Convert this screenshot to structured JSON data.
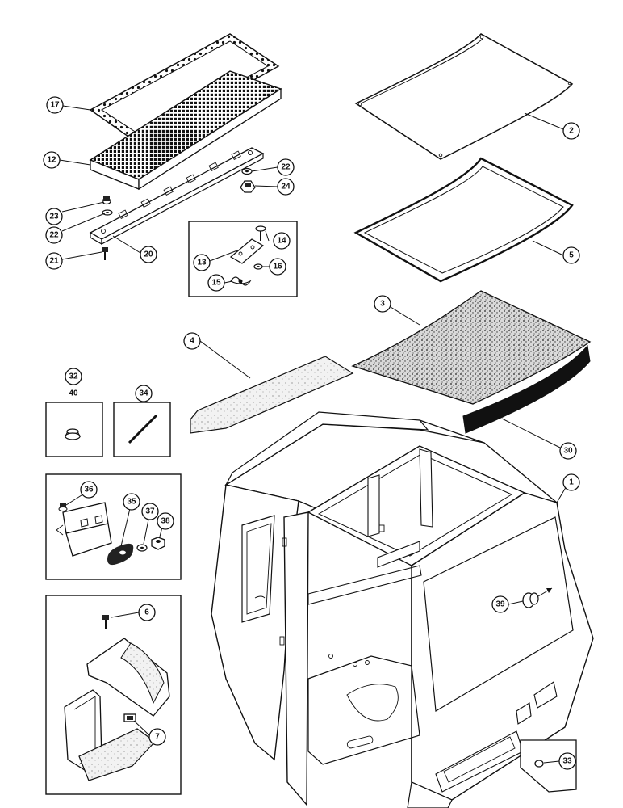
{
  "diagram": {
    "callouts": {
      "p1": "1",
      "p2": "2",
      "p3": "3",
      "p4": "4",
      "p5": "5",
      "p6": "6",
      "p7": "7",
      "p12": "12",
      "p13": "13",
      "p14": "14",
      "p15": "15",
      "p16": "16",
      "p17": "17",
      "p20": "20",
      "p21": "21",
      "p22a": "22",
      "p22b": "22",
      "p23": "23",
      "p24": "24",
      "p30": "30",
      "p32": "32",
      "p33": "33",
      "p34": "34",
      "p35": "35",
      "p36": "36",
      "p37": "37",
      "p38": "38",
      "p39": "39",
      "p40": "40"
    }
  }
}
